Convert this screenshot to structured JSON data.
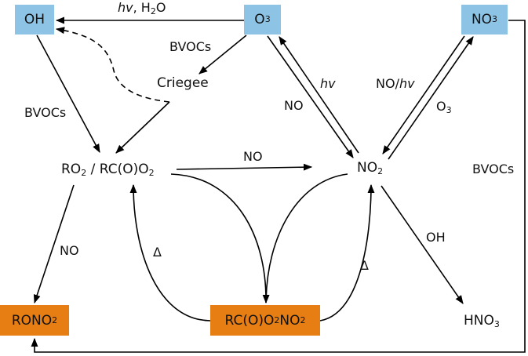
{
  "colors": {
    "oxidant_box": "#8DC3E4",
    "product_box": "#E67E14",
    "line": "#000000"
  },
  "nodes": {
    "oh": {
      "main": "OH",
      "sub": ""
    },
    "o3": {
      "main": "O",
      "sub": "3"
    },
    "no3": {
      "main": "NO",
      "sub": "3"
    },
    "criegee": {
      "main": "Criegee"
    },
    "ro2": {
      "a": "RO",
      "a_sub": "2",
      "sep": " / ",
      "b": "RC(O)O",
      "b_sub": "2"
    },
    "no2": {
      "main": "NO",
      "sub": "2"
    },
    "rono2": {
      "main": "RONO",
      "sub": "2"
    },
    "pan": {
      "a": "RC(O)O",
      "a_sub": "2",
      "b": "NO",
      "b_sub": "2"
    },
    "hno3": {
      "main": "HNO",
      "sub": "3"
    }
  },
  "edge_labels": {
    "o3_to_oh": {
      "italic": "hv",
      "rest": ", H",
      "sub": "2",
      "tail": "O"
    },
    "o3_to_criegee": "BVOCs",
    "oh_to_ro2": "BVOCs",
    "ro2_to_no2": "NO",
    "o3_to_no2": "NO",
    "no2_to_o3": "hv",
    "no3_to_no2": {
      "a": "NO/",
      "italic": "hv"
    },
    "no2_to_no3": {
      "main": "O",
      "sub": "3"
    },
    "no3_to_rono2": "BVOCs",
    "ro2_to_rono2": "NO",
    "pan_to_ro2": "Δ",
    "pan_to_no2": "Δ",
    "no2_to_hno3": "OH"
  }
}
